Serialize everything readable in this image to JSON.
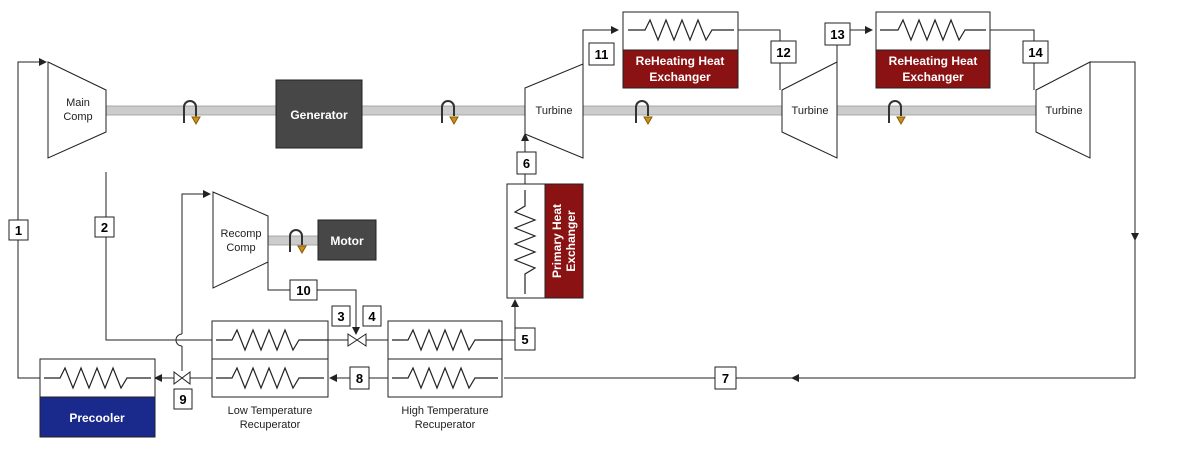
{
  "components": {
    "main_comp": [
      "Main",
      "Comp"
    ],
    "recomp_comp": [
      "Recomp",
      "Comp"
    ],
    "generator": "Generator",
    "motor": "Motor",
    "turbine_1": "Turbine",
    "turbine_2": "Turbine",
    "turbine_3": "Turbine",
    "reheat_hx_1": [
      "ReHeating Heat",
      "Exchanger"
    ],
    "reheat_hx_2": [
      "ReHeating Heat",
      "Exchanger"
    ],
    "primary_hx": [
      "Primary Heat",
      "Exchanger"
    ],
    "precooler": "Precooler",
    "ltr": [
      "Low Temperature",
      "Recuperator"
    ],
    "htr": [
      "High Temperature",
      "Recuperator"
    ]
  },
  "state_points": [
    "1",
    "2",
    "3",
    "4",
    "5",
    "6",
    "7",
    "8",
    "9",
    "10",
    "11",
    "12",
    "13",
    "14"
  ],
  "colors": {
    "dark_box": "#474747",
    "reheat_red": "#8b1212",
    "precooler_blue": "#1a2a8c",
    "shaft": "#cccccc",
    "line": "#222222",
    "rotation_arrow": "#c8901e"
  },
  "icons": [
    "zigzag-coil-icon",
    "rotation-arrow-icon",
    "valve-icon",
    "flow-arrow-icon"
  ]
}
